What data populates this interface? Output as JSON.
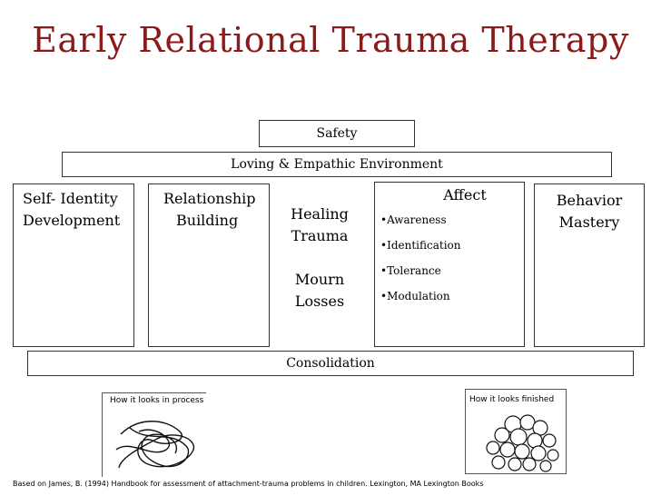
{
  "title": "Early Relational Trauma Therapy",
  "safety": "Safety",
  "environment": "Loving & Empathic Environment",
  "columns": {
    "self_identity": {
      "line1": "Self- Identity",
      "line2": "Development"
    },
    "relationship": {
      "line1": "Relationship",
      "line2": "Building"
    },
    "healing": {
      "line1": "Healing",
      "line2": "Trauma",
      "line3": "Mourn",
      "line4": "Losses"
    },
    "affect": {
      "title": "Affect",
      "items": [
        "Awareness",
        "Identification",
        "Tolerance",
        "Modulation"
      ]
    },
    "behavior": {
      "line1": "Behavior",
      "line2": "Mastery"
    }
  },
  "consolidation": "Consolidation",
  "sketches": {
    "process_label": "How it looks in process",
    "finished_label": "How it looks finished"
  },
  "footer": "Based on James, B.  (1994)  Handbook for assessment of attachment-trauma problems in children.  Lexington, MA  Lexington Books",
  "colors": {
    "title": "#8b1a1a",
    "border": "#333333"
  }
}
